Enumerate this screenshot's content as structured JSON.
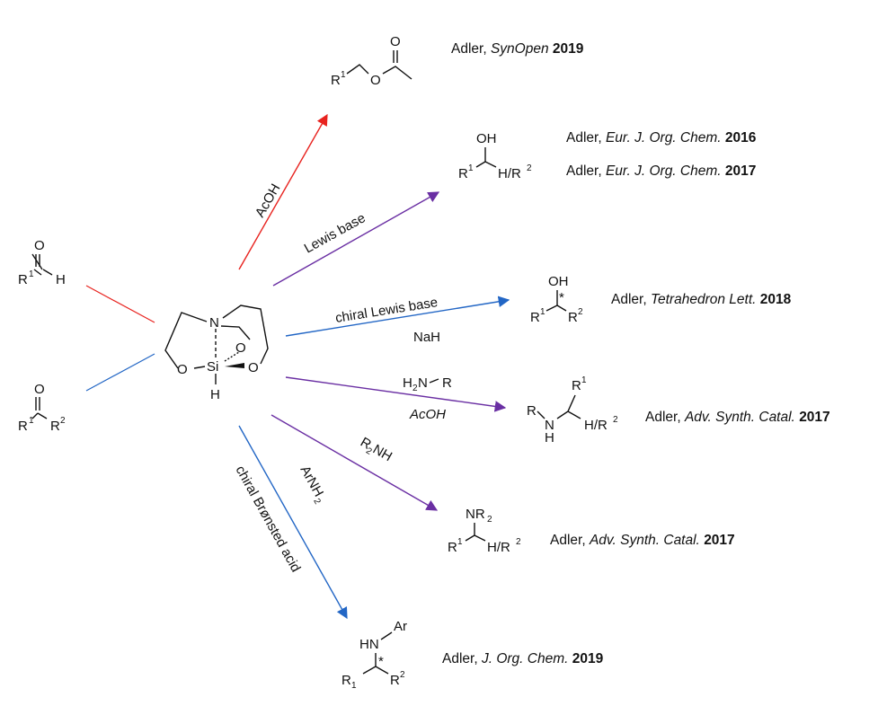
{
  "colors": {
    "red": "#e8231f",
    "purple": "#6a2fa3",
    "blue": "#2266c5",
    "reactant_line_red": "#e8231f",
    "reactant_line_blue": "#2266c5"
  },
  "reagents": {
    "acoh": "AcOH",
    "lewis_base": "Lewis base",
    "chiral_lewis_base": "chiral Lewis base",
    "nah": "NaH",
    "h2n": "H",
    "h2n_sub": "2",
    "h2n_rest": "N",
    "h2n_r": "R",
    "acoh2": "AcOH",
    "r2nh_r": "R",
    "r2nh_sub": "2",
    "r2nh_rest": "NH",
    "arnh2": "ArNH",
    "arnh2_sub": "2",
    "bronsted": "chiral Brønsted acid"
  },
  "references": [
    {
      "author": "Adler, ",
      "journal": "SynOpen",
      "year": "2019"
    },
    {
      "author": "Adler, ",
      "journal": "Eur. J. Org. Chem.",
      "year": "2016"
    },
    {
      "author": "Adler, ",
      "journal": "Eur. J. Org. Chem.",
      "year": "2017"
    },
    {
      "author": "Adler, ",
      "journal": "Tetrahedron Lett.",
      "year": "2018"
    },
    {
      "author": "Adler, ",
      "journal": "Adv. Synth. Catal.",
      "year": "2017"
    },
    {
      "author": "Adler, ",
      "journal": "Adv. Synth. Catal.",
      "year": "2017"
    },
    {
      "author": "Adler, ",
      "journal": "J. Org. Chem.",
      "year": "2019"
    }
  ],
  "atoms": {
    "O": "O",
    "H": "H",
    "R": "R",
    "N": "N",
    "Si": "Si",
    "OH": "OH",
    "HR": "H/R",
    "NR": "NR",
    "HN": "HN",
    "Ar": "Ar",
    "one": "1",
    "two": "2",
    "star": "*"
  }
}
